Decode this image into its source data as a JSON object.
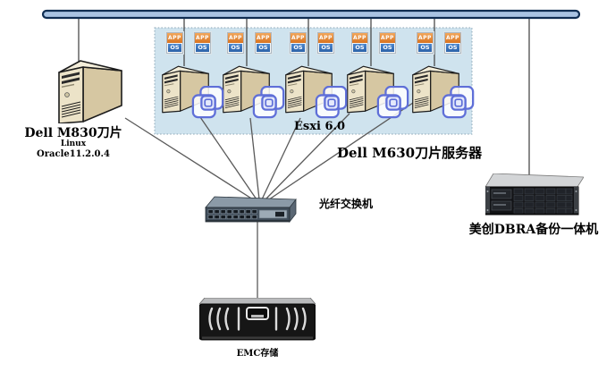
{
  "diagram": {
    "type": "it-infrastructure-topology",
    "bus": {
      "description": "horizontal network backbone bar"
    },
    "colors": {
      "bus_fill": "#a9c3e2",
      "bus_border": "#0f2d52",
      "blade_box_fill": "#cfe3ee",
      "blade_box_border": "#8aa4b4",
      "app_orange": "#d97320",
      "os_blue": "#2b62a8",
      "vm_icon_blue": "#5f6fd8",
      "connection_line": "#5a5a5a",
      "tower_beige": "#ece3c8",
      "switch_gray": "#414e5b",
      "storage_black": "#161616"
    },
    "nodes": {
      "m830": {
        "title": "Dell M830刀片",
        "line2": "Linux",
        "line3": "Oracle11.2.0.4"
      },
      "blade_group": {
        "esxi_label": "Esxi 6.0",
        "group_label": "Dell M630刀片服务器",
        "server_count": 5,
        "app_os_icons_per_server": 2
      },
      "app_os": {
        "app": "APP",
        "os": "OS"
      },
      "switch": {
        "label": "光纤交换机"
      },
      "storage": {
        "label": "EMC存储"
      },
      "backup": {
        "label": "美创DBRA备份一体机"
      }
    }
  }
}
